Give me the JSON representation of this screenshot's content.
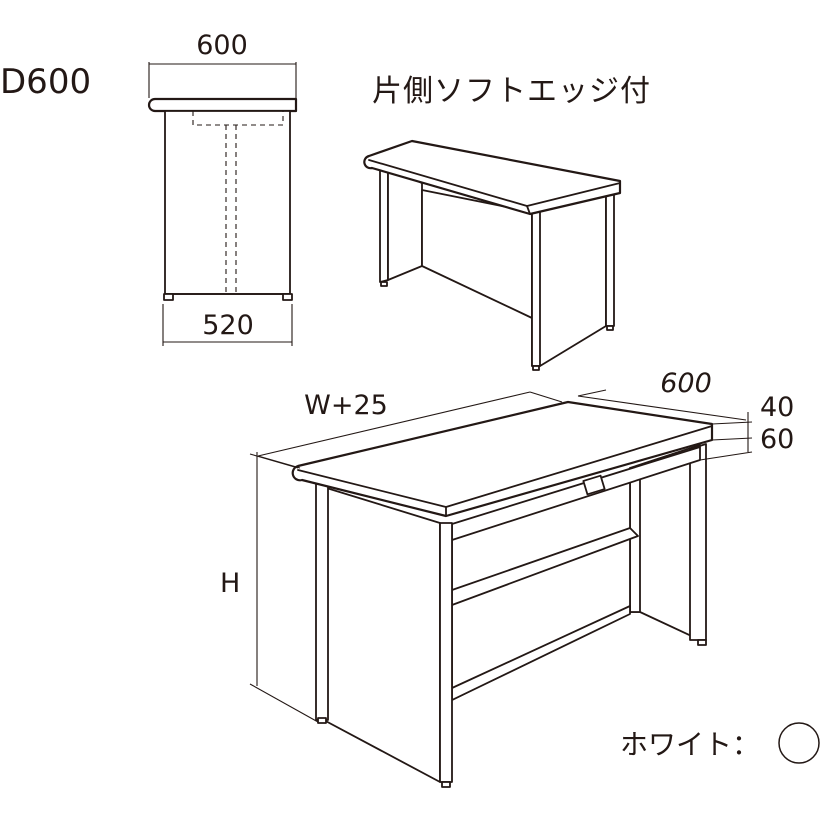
{
  "labels": {
    "depth_code": "D600",
    "feature": "片側ソフトエッジ付",
    "side_top_width": "600",
    "side_bottom_width": "520",
    "width": "W+25",
    "depth": "600",
    "top_thickness": "40",
    "apron_height": "60",
    "height": "H",
    "color_label": "ホワイト：",
    "color_value": "#ffffff"
  }
}
